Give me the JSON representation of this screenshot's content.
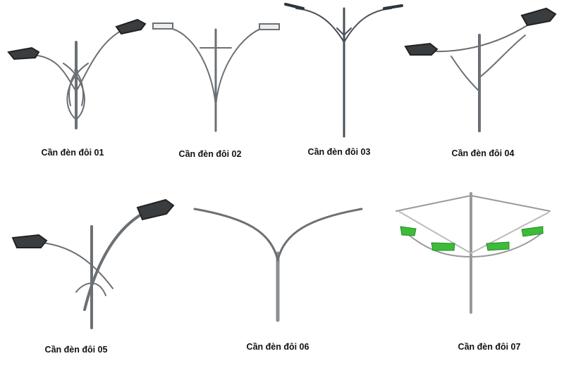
{
  "items": [
    {
      "label": "Cần đèn đôi 01"
    },
    {
      "label": "Cần đèn đôi 02"
    },
    {
      "label": "Cần đèn đôi 03"
    },
    {
      "label": "Cần đèn đôi 04"
    },
    {
      "label": "Cần đèn đôi 05"
    },
    {
      "label": "Cần đèn đôi 06"
    },
    {
      "label": "Cần đèn đôi 07"
    }
  ],
  "colors": {
    "pole": "#9aa0a4",
    "outline": "#555555",
    "lamp_dark": "#3a3d40",
    "lamp_green": "#3dbb3a"
  }
}
